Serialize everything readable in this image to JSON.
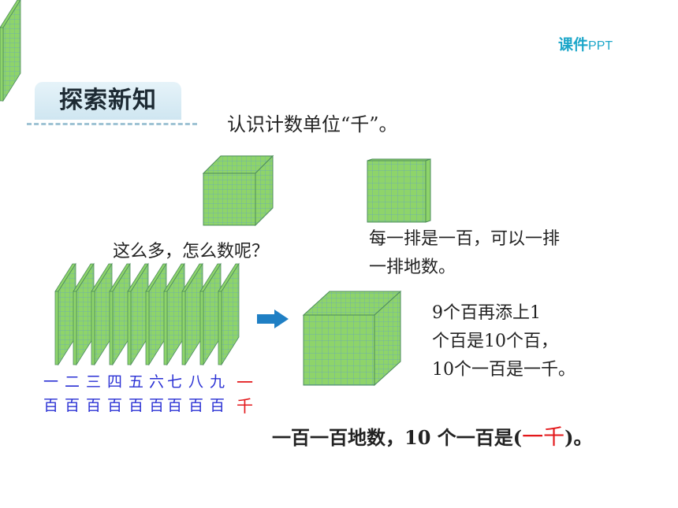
{
  "brand": {
    "bold": "课件",
    "light": "PPT"
  },
  "section_tab": "探索新知",
  "heading": "认识计数单位“千”。",
  "question": "这么多，怎么数呢？",
  "note_right": {
    "line1": "每一排是一百，可以一排",
    "line2": "一排地数。"
  },
  "note_cube": {
    "line1": "9个百再添上1",
    "line2": "个百是10个百，",
    "line3": "10个一百是一千。"
  },
  "count_labels": {
    "top": [
      "一",
      "二",
      "三",
      "四",
      "五",
      "六",
      "七",
      "八",
      "九",
      "一"
    ],
    "bottom": [
      "百",
      "百",
      "百",
      "百",
      "百",
      "百",
      "百",
      "百",
      "百",
      "千"
    ]
  },
  "conclusion": {
    "before": "一百一百地数，10 个一百是(",
    "answer": "一千",
    "after": ")。"
  },
  "colors": {
    "block_green": "#8ed46a",
    "grid_line": "#6aa8b8",
    "arrow": "#1f7fc4",
    "count_blue": "#2a30d4",
    "answer_red": "#e3171a",
    "brand": "#1ba6c9"
  }
}
